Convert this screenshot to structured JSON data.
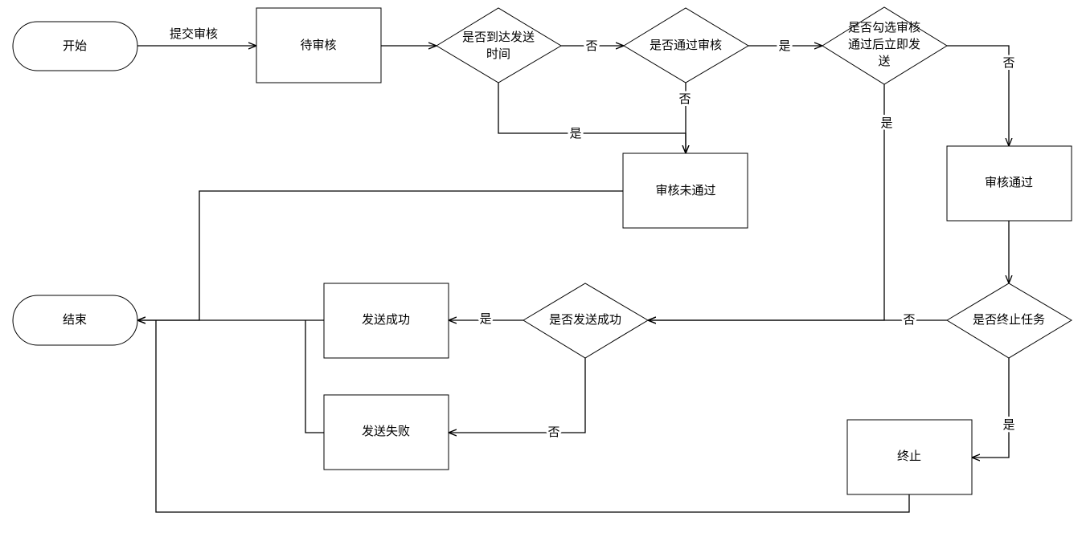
{
  "nodes": {
    "start": {
      "label": "开始"
    },
    "pending": {
      "label": "待审核"
    },
    "reached_time": {
      "lines": [
        "是否到达发送",
        "时间"
      ]
    },
    "passed_review": {
      "label": "是否通过审核"
    },
    "send_immediately": {
      "lines": [
        "是否勾选审核",
        "通过后立即发",
        "送"
      ]
    },
    "review_failed": {
      "label": "审核未通过"
    },
    "review_passed": {
      "label": "审核通过"
    },
    "terminate_task": {
      "label": "是否终止任务"
    },
    "send_success_check": {
      "label": "是否发送成功"
    },
    "send_success": {
      "label": "发送成功"
    },
    "send_failed": {
      "label": "发送失败"
    },
    "end": {
      "label": "结束"
    },
    "terminated": {
      "label": "终止"
    }
  },
  "edges": {
    "submit": "提交审核",
    "reached_no": "否",
    "reached_yes": "是",
    "passed_no": "否",
    "passed_yes": "是",
    "immediate_no": "否",
    "immediate_yes": "是",
    "terminate_no": "否",
    "terminate_yes": "是",
    "success_yes": "是",
    "success_no": "否"
  },
  "colors": {
    "stroke": "#000000",
    "background": "#ffffff",
    "text": "#000000"
  }
}
